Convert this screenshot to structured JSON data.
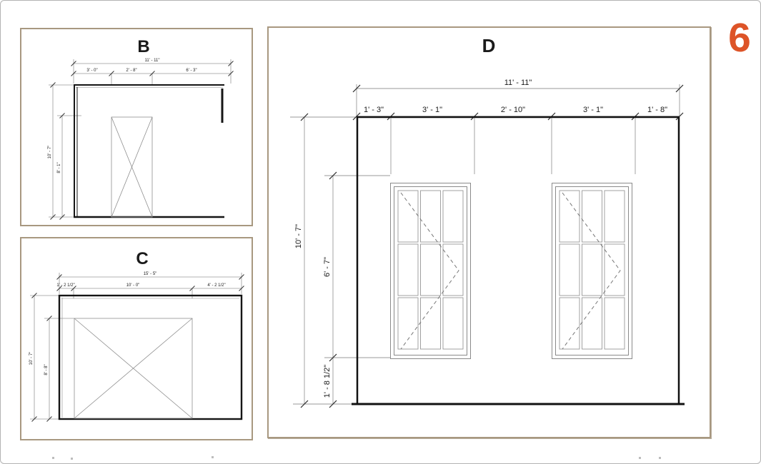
{
  "page": {
    "figure_number": "6",
    "accent_color": "#dd5428",
    "panel_border_color": "#a89880"
  },
  "panels": {
    "b": {
      "title": "B",
      "overall_width": "11' - 11\"",
      "segments": [
        "3' - 0\"",
        "2' - 8\"",
        "6' - 3\""
      ],
      "overall_height": "10' - 7\"",
      "opening_height": "8' - 1\""
    },
    "c": {
      "title": "C",
      "overall_width": "15' - 5\"",
      "segments": [
        "1' - 2 1/2\"",
        "10' - 0\"",
        "4' - 2 1/2\""
      ],
      "overall_height": "10' - 7\"",
      "opening_height": "8' - 8\""
    },
    "d": {
      "title": "D",
      "overall_width": "11' - 11\"",
      "segments": [
        "1' - 3\"",
        "3' - 1\"",
        "2' - 10\"",
        "3' - 1\"",
        "1' - 8\""
      ],
      "overall_height": "10' - 7\"",
      "window_height": "6' - 7\"",
      "sill_height": "1' - 8 1/2\""
    }
  }
}
